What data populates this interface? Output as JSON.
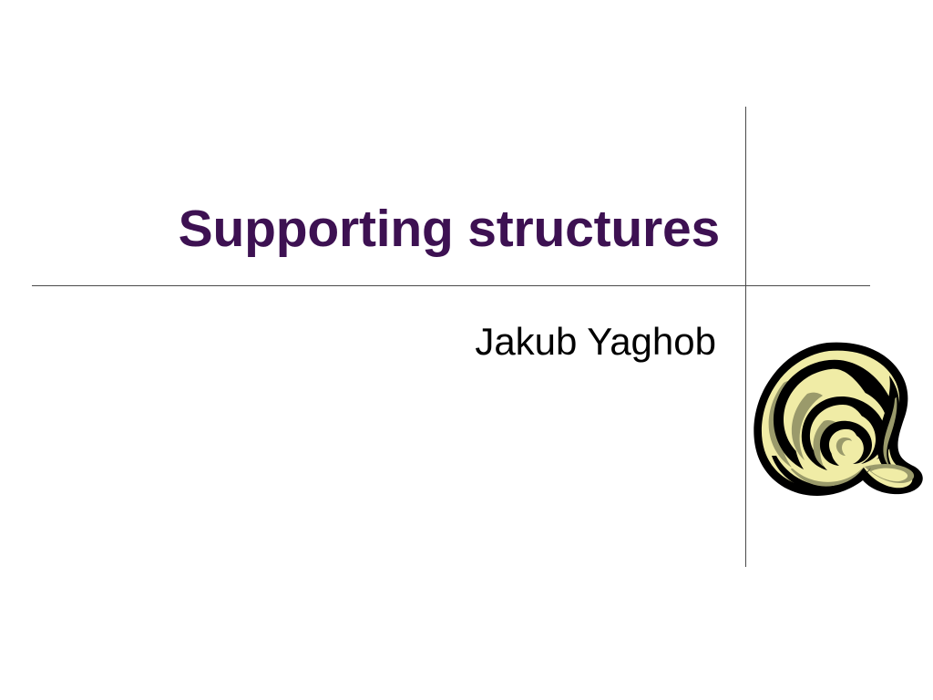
{
  "slide": {
    "title": "Supporting structures",
    "subtitle": "Jakub Yaghob",
    "background_color": "#ffffff",
    "title_color": "#3d1152",
    "subtitle_color": "#000000",
    "rule_color": "#4a4a4a",
    "decoration": {
      "name": "snail-shell-spiral",
      "shell_fill": "#f0eca6",
      "shell_outline": "#000000",
      "shell_shadow": "#9a9a6b"
    }
  }
}
